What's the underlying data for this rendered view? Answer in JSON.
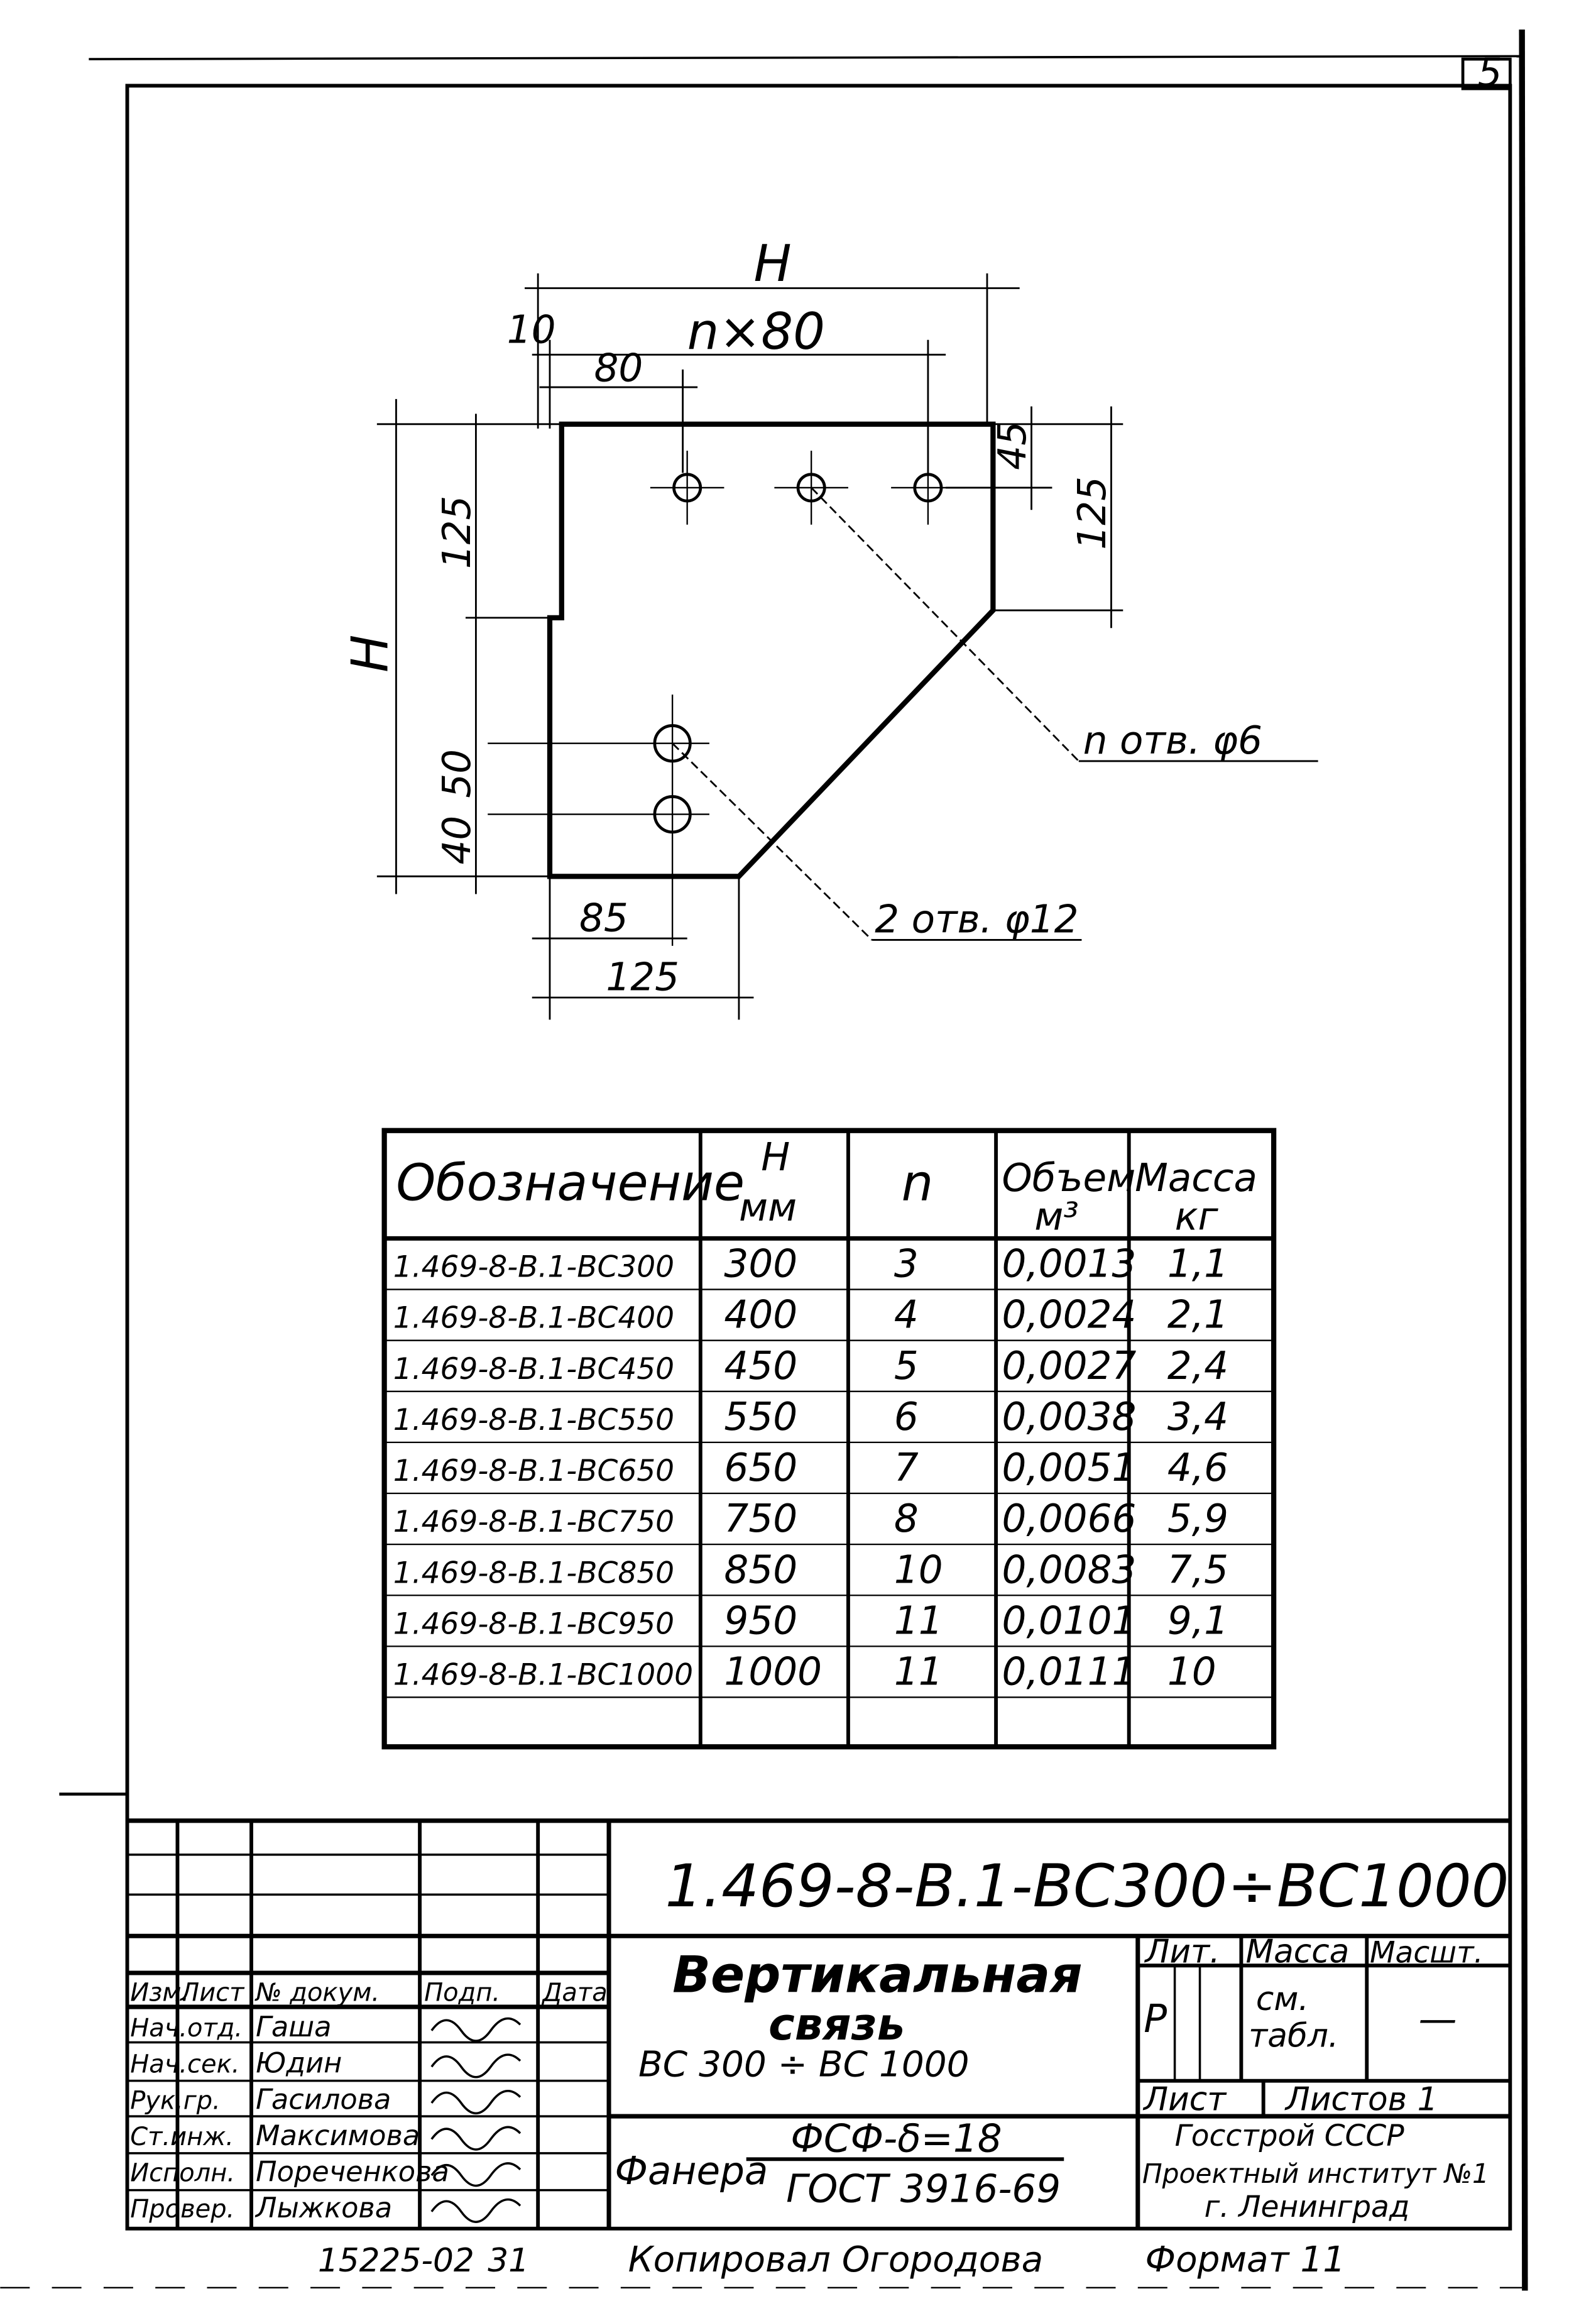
{
  "sheet_number": "5",
  "drawing": {
    "dim_H_top": "H",
    "dim_10": "10",
    "dim_nx80": "n×80",
    "dim_80": "80",
    "dim_45": "45",
    "dim_125_right": "125",
    "dim_125_left": "125",
    "dim_H_left": "H",
    "dim_40": "40",
    "dim_50": "50",
    "dim_85": "85",
    "dim_125_bottom": "125",
    "callout_small_holes": "n отв. φ6",
    "callout_large_holes": "2 отв. φ12"
  },
  "table": {
    "headers": [
      "Обозначение",
      "H",
      "мм",
      "n",
      "Объем",
      "м³",
      "Масса",
      "кг"
    ],
    "rows": [
      [
        "1.469-8-В.1-ВС300",
        "300",
        "3",
        "0,0013",
        "1,1"
      ],
      [
        "1.469-8-В.1-ВС400",
        "400",
        "4",
        "0,0024",
        "2,1"
      ],
      [
        "1.469-8-В.1-ВС450",
        "450",
        "5",
        "0,0027",
        "2,4"
      ],
      [
        "1.469-8-В.1-ВС550",
        "550",
        "6",
        "0,0038",
        "3,4"
      ],
      [
        "1.469-8-В.1-ВС650",
        "650",
        "7",
        "0,0051",
        "4,6"
      ],
      [
        "1.469-8-В.1-ВС750",
        "750",
        "8",
        "0,0066",
        "5,9"
      ],
      [
        "1.469-8-В.1-ВС850",
        "850",
        "10",
        "0,0083",
        "7,5"
      ],
      [
        "1.469-8-В.1-ВС950",
        "950",
        "11",
        "0,0101",
        "9,1"
      ],
      [
        "1.469-8-В.1-ВС1000",
        "1000",
        "11",
        "0,0111",
        "10"
      ]
    ]
  },
  "title_block": {
    "code": "1.469-8-В.1-ВС300÷ВС1000",
    "header_labels": [
      "Изм.",
      "Лист",
      "№ докум.",
      "Подп.",
      "Дата"
    ],
    "staff": [
      {
        "role": "Нач.отд.",
        "name": "Гаша"
      },
      {
        "role": "Нач.сек.",
        "name": "Юдин"
      },
      {
        "role": "Рук.гр.",
        "name": "Гасилова"
      },
      {
        "role": "Ст.инж.",
        "name": "Максимова"
      },
      {
        "role": "Исполн.",
        "name": "Пореченкова"
      },
      {
        "role": "Провер.",
        "name": "Лыжкова"
      }
    ],
    "title_line1": "Вертикальная",
    "title_line2": "связь",
    "title_line3": "ВС 300 ÷ ВС 1000",
    "lit_label": "Лит.",
    "mass_label": "Масса",
    "scale_label": "Масшт.",
    "lit_value": "Р",
    "mass_value1": "см.",
    "mass_value2": "табл.",
    "scale_value": "—",
    "sheet_label": "Лист",
    "sheets_label": "Листов 1",
    "material_label": "Фанера",
    "material_top": "ФСФ-δ=18",
    "material_bottom": "ГОСТ 3916-69",
    "org1": "Госстрой СССР",
    "org2": "Проектный институт №1",
    "org3": "г. Ленинград"
  },
  "footer": {
    "archive": "15225-02",
    "num": "31",
    "copied": "Копировал Огородова",
    "format": "Формат 11"
  }
}
